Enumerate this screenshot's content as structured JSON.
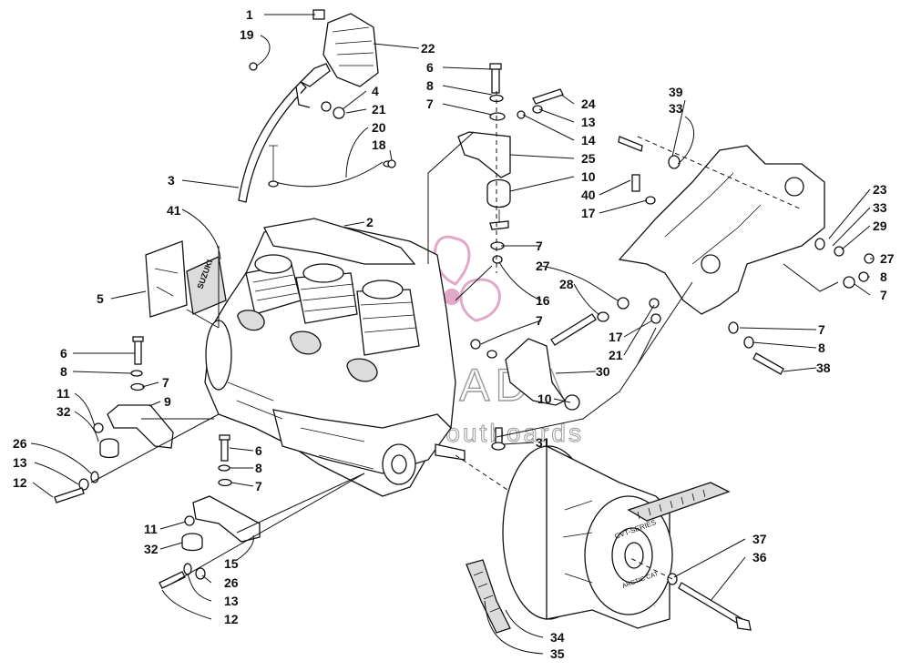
{
  "watermark": {
    "brand": "ARMADA",
    "tagline": "marine outboards"
  },
  "engine_label": "SUZUKI",
  "clutch_label": "CVT-SERIES",
  "clutch_label2": "ARCTIC CAT",
  "callouts": {
    "c1": "1",
    "c19": "19",
    "c22": "22",
    "c6a": "6",
    "c8a": "8",
    "c7a": "7",
    "c24": "24",
    "c13a": "13",
    "c14": "14",
    "c25": "25",
    "c10a": "10",
    "c4": "4",
    "c21a": "21",
    "c20": "20",
    "c18": "18",
    "c3": "3",
    "c2": "2",
    "c41": "41",
    "c5": "5",
    "c39": "39",
    "c33a": "33",
    "c40": "40",
    "c17a": "17",
    "c23": "23",
    "c33b": "33",
    "c29": "29",
    "c27a": "27",
    "c8b": "8",
    "c7b": "7",
    "c7c": "7",
    "c27b": "27",
    "c28": "28",
    "c16": "16",
    "c17b": "17",
    "c21b": "21",
    "c7d": "7",
    "c30": "30",
    "c7e": "7",
    "c8c": "8",
    "c38": "38",
    "c10b": "10",
    "c31": "31",
    "c6b": "6",
    "c8d": "8",
    "c7f": "7",
    "c11a": "11",
    "c9": "9",
    "c32a": "32",
    "c26a": "26",
    "c13b": "13",
    "c12a": "12",
    "c6c": "6",
    "c8e": "8",
    "c7g": "7",
    "c11b": "11",
    "c32b": "32",
    "c15": "15",
    "c26b": "26",
    "c13c": "13",
    "c12b": "12",
    "c37": "37",
    "c36": "36",
    "c34": "34",
    "c35": "35"
  }
}
